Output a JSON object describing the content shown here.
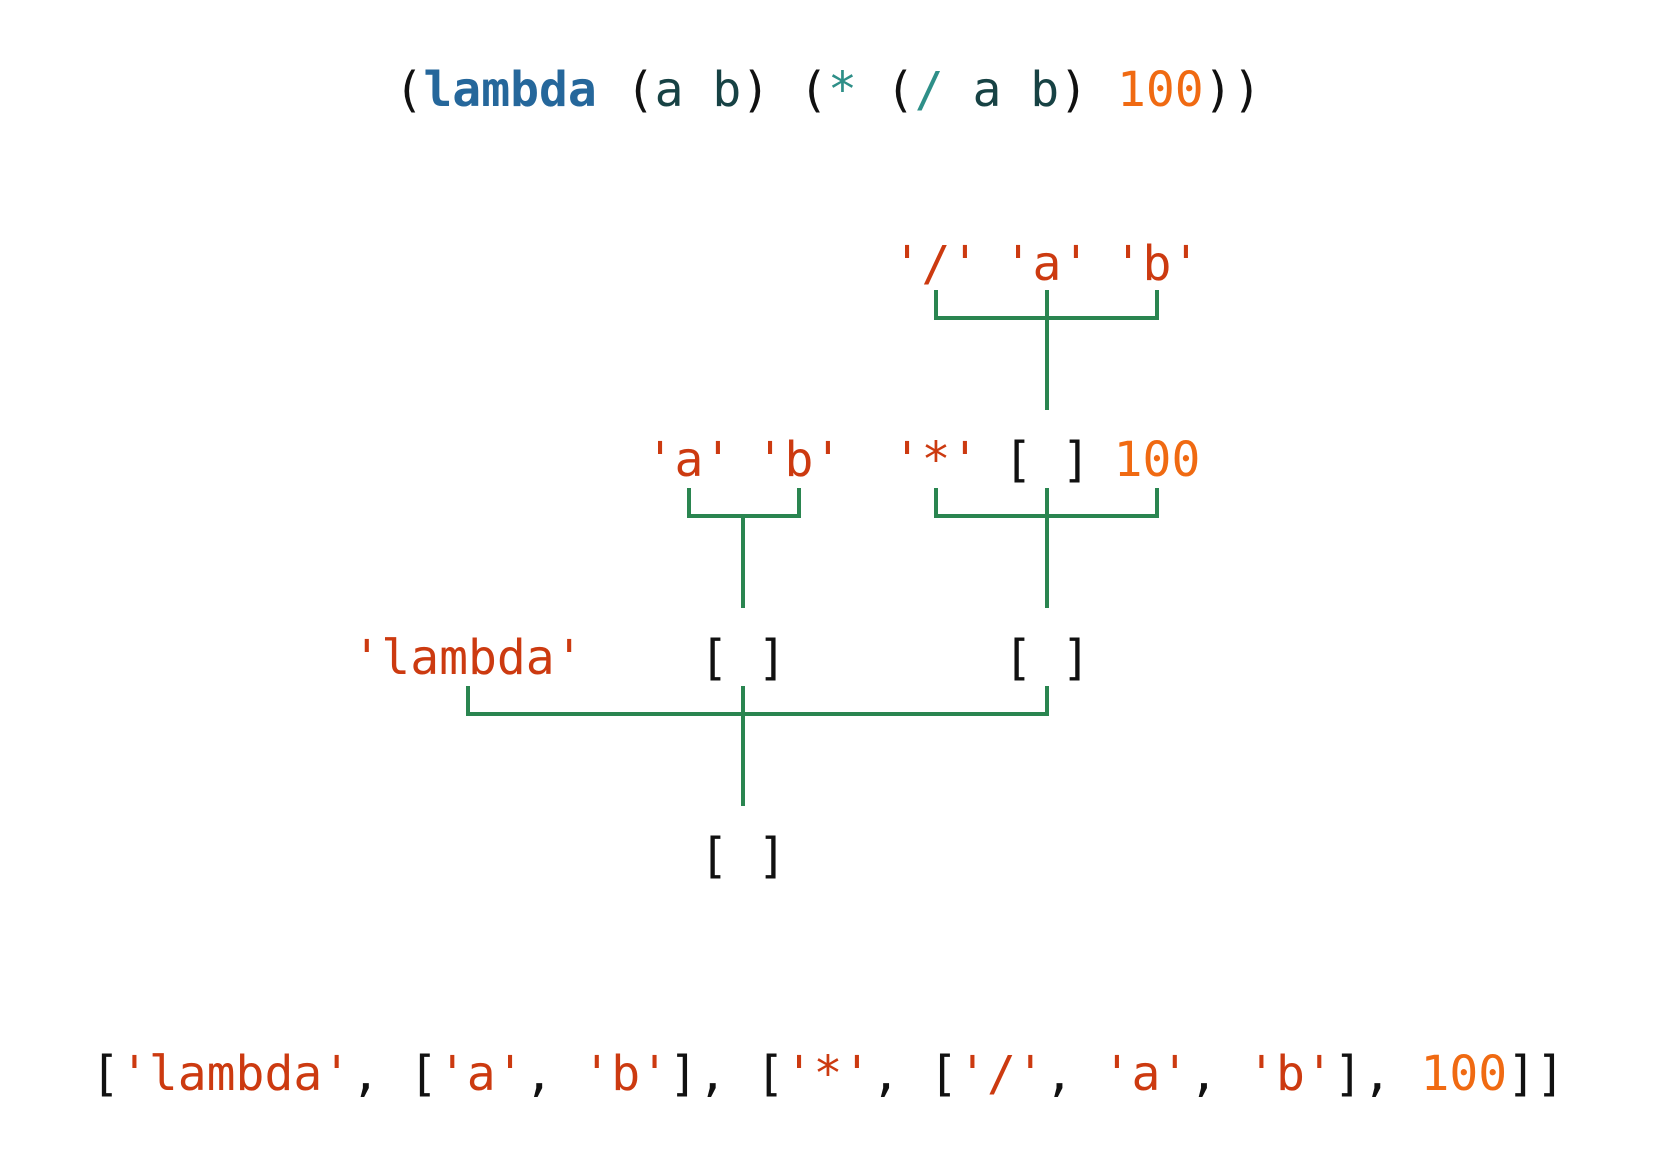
{
  "colors": {
    "background": "#ffffff",
    "keyword": "#25679b",
    "symbol": "#174244",
    "operator": "#2e8f88",
    "paren": "#111111",
    "string": "#cc3a10",
    "number": "#f06a12",
    "bracket": "#111111",
    "tree_line": "#2a8550"
  },
  "source": [
    {
      "t": "(",
      "c": "paren"
    },
    {
      "t": "lambda",
      "c": "keyword"
    },
    {
      "t": " (",
      "c": "paren"
    },
    {
      "t": "a b",
      "c": "symbol"
    },
    {
      "t": ") (",
      "c": "paren"
    },
    {
      "t": "*",
      "c": "operator"
    },
    {
      "t": " (",
      "c": "paren"
    },
    {
      "t": "/",
      "c": "operator"
    },
    {
      "t": " a b",
      "c": "symbol"
    },
    {
      "t": ") ",
      "c": "paren"
    },
    {
      "t": "100",
      "c": "number"
    },
    {
      "t": "))",
      "c": "paren"
    }
  ],
  "tree": {
    "row1": [
      {
        "name": "tree-node-slash",
        "text": "'/'",
        "c": "string"
      },
      {
        "name": "tree-node-a-inner",
        "text": "'a'",
        "c": "string"
      },
      {
        "name": "tree-node-b-inner",
        "text": "'b'",
        "c": "string"
      }
    ],
    "row2": [
      {
        "name": "tree-node-a-param",
        "text": "'a'",
        "c": "string"
      },
      {
        "name": "tree-node-b-param",
        "text": "'b'",
        "c": "string"
      },
      {
        "name": "tree-node-star",
        "text": "'*'",
        "c": "string"
      },
      {
        "name": "tree-node-list-div",
        "text": "[ ]",
        "c": "bracket"
      },
      {
        "name": "tree-node-100",
        "text": "100",
        "c": "number"
      }
    ],
    "row3": [
      {
        "name": "tree-node-lambda",
        "text": "'lambda'",
        "c": "string"
      },
      {
        "name": "tree-node-list-params",
        "text": "[ ]",
        "c": "bracket"
      },
      {
        "name": "tree-node-list-body",
        "text": "[ ]",
        "c": "bracket"
      }
    ],
    "row4": [
      {
        "name": "tree-node-root",
        "text": "[ ]",
        "c": "bracket"
      }
    ]
  },
  "result": [
    {
      "t": "[",
      "c": "bracket"
    },
    {
      "t": "'lambda'",
      "c": "string"
    },
    {
      "t": ", [",
      "c": "bracket"
    },
    {
      "t": "'a'",
      "c": "string"
    },
    {
      "t": ", ",
      "c": "bracket"
    },
    {
      "t": "'b'",
      "c": "string"
    },
    {
      "t": "], [",
      "c": "bracket"
    },
    {
      "t": "'*'",
      "c": "string"
    },
    {
      "t": ", [",
      "c": "bracket"
    },
    {
      "t": "'/'",
      "c": "string"
    },
    {
      "t": ", ",
      "c": "bracket"
    },
    {
      "t": "'a'",
      "c": "string"
    },
    {
      "t": ", ",
      "c": "bracket"
    },
    {
      "t": "'b'",
      "c": "string"
    },
    {
      "t": "], ",
      "c": "bracket"
    },
    {
      "t": "100",
      "c": "number"
    },
    {
      "t": "]]",
      "c": "bracket"
    }
  ]
}
